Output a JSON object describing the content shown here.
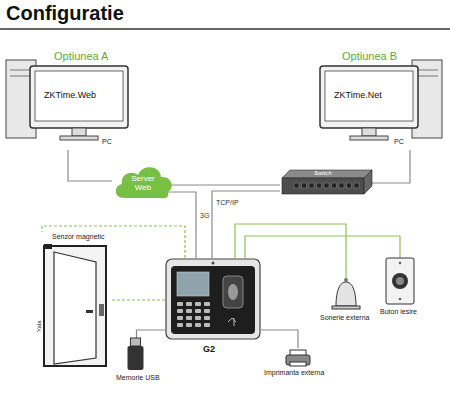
{
  "diagram": {
    "title": "Configuratie",
    "nodes": [
      {
        "text": [
          "Optiunea A",
          "ZKTime.Web",
          "PC"
        ]
      },
      {
        "text": [
          "Optiunea B",
          "ZKTime.Net",
          "PC"
        ]
      },
      {
        "text": [
          "Server Web"
        ]
      },
      {
        "text": [
          "Switch"
        ]
      },
      {
        "text": [
          "Senzor magnetic",
          "Yala"
        ]
      },
      {
        "text": [
          "G2"
        ]
      },
      {
        "text": [
          "Sonerie externa"
        ]
      },
      {
        "text": [
          "Buton iesire"
        ]
      },
      {
        "text": [
          "Memorie USB"
        ]
      },
      {
        "text": [
          "Imprimanta externa"
        ]
      }
    ],
    "edges": [
      {
        "from": 0,
        "to": 2,
        "arrow": "none"
      },
      {
        "from": 2,
        "to": 3,
        "arrow": "none"
      },
      {
        "from": 1,
        "to": 3,
        "arrow": "none"
      },
      {
        "from": 2,
        "to": 5,
        "label": "3G",
        "arrow": "none"
      },
      {
        "from": 3,
        "to": 5,
        "label": "TCP/IP",
        "arrow": "none"
      },
      {
        "from": 5,
        "to": 4,
        "arrow": "none"
      },
      {
        "from": 5,
        "to": 4,
        "arrow": "none"
      },
      {
        "from": 5,
        "to": 6,
        "arrow": "none"
      },
      {
        "from": 5,
        "to": 7,
        "arrow": "none"
      },
      {
        "from": 5,
        "to": 8,
        "arrow": "none"
      },
      {
        "from": 5,
        "to": 9,
        "arrow": "none"
      }
    ]
  }
}
